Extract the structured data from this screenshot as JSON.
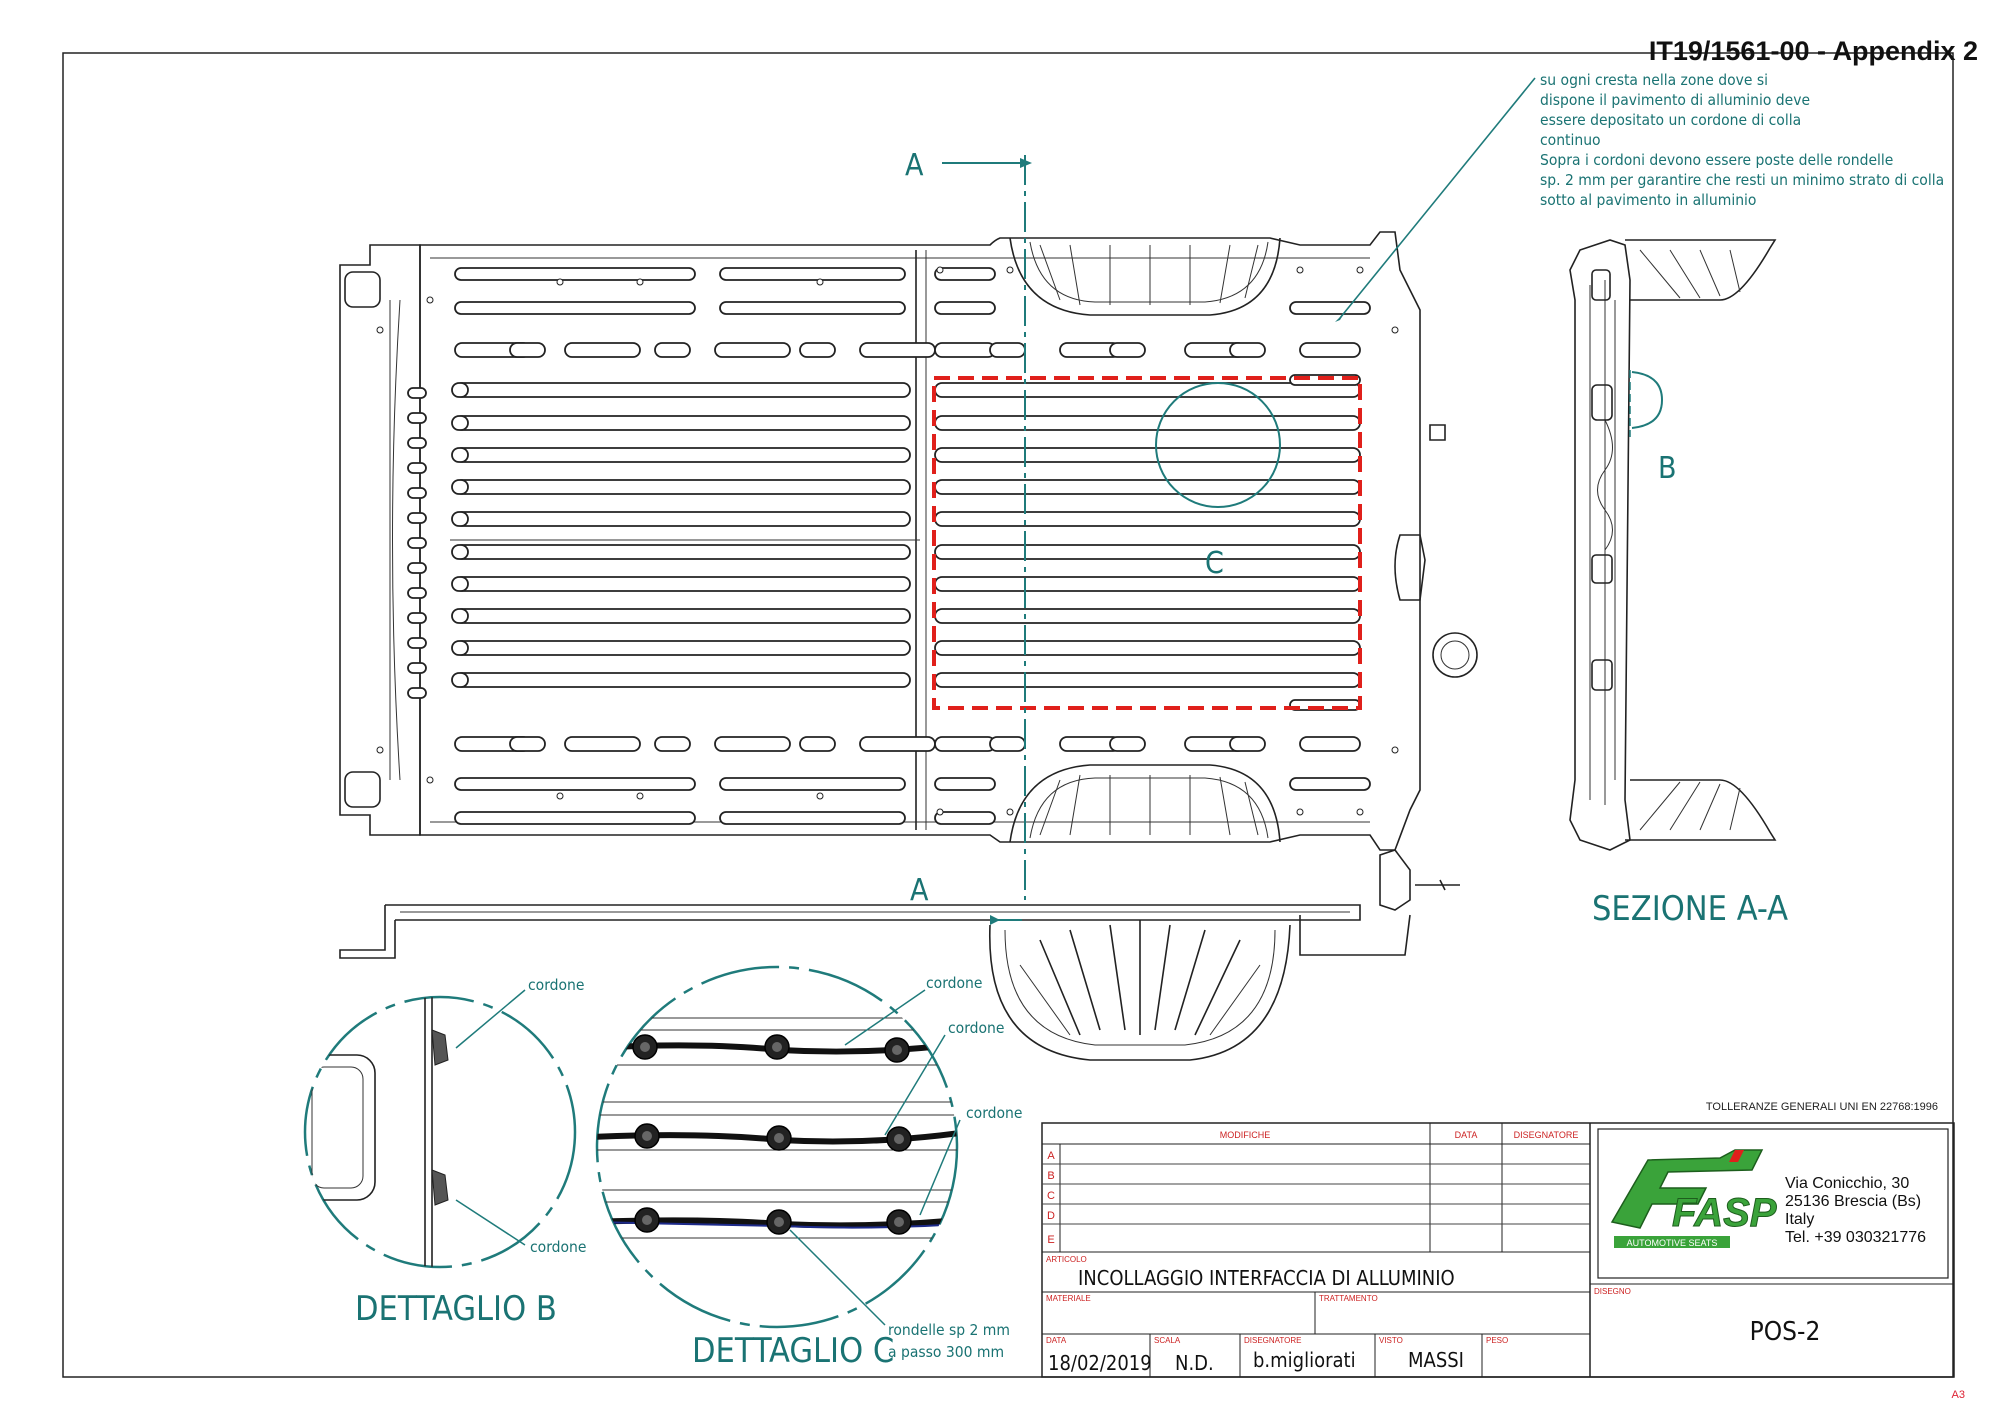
{
  "header": {
    "doc_ref": "IT19/1561-00 - Appendix 2"
  },
  "note": {
    "lines": [
      "su ogni cresta nella zone dove si",
      "dispone il pavimento di alluminio deve",
      "essere depositato un cordone di colla",
      "continuo",
      "Sopra i cordoni devono essere poste delle rondelle",
      "sp. 2 mm per garantire che resti un minimo strato di colla",
      "sotto al pavimento in alluminio"
    ]
  },
  "labels": {
    "section_top": "A",
    "section_bottom": "A",
    "detail_c_marker": "C",
    "detail_b_marker": "B",
    "section_title": "SEZIONE A-A",
    "detail_b_title": "DETTAGLIO B",
    "detail_c_title": "DETTAGLIO C",
    "cordone": "cordone",
    "rondelle_line1": "rondelle sp 2 mm",
    "rondelle_line2": "a passo 300  mm"
  },
  "title_block": {
    "tolerance_note": "TOLLERANZE GENERALI UNI EN 22768:1996",
    "modifiche_header": "MODIFICHE",
    "data_header": "DATA",
    "designatore_header": "DISEGNATORE",
    "revisions": [
      "A",
      "B",
      "C",
      "D",
      "E"
    ],
    "articolo_label": "ARTICOLO",
    "articolo_value": "INCOLLAGGIO INTERFACCIA DI ALLUMINIO",
    "materiale_label": "MATERIALE",
    "trattamento_label": "TRATTAMENTO",
    "data_label": "DATA",
    "data_value": "18/02/2019",
    "scala_label": "SCALA",
    "scala_value": "N.D.",
    "disegnatore_label": "DISEGNATORE",
    "disegnatore_value": "b.migliorati",
    "visto_label": "VISTO",
    "visto_value": "MASSI",
    "peso_label": "PESO",
    "disegno_label": "DISEGNO",
    "disegno_value": "POS-2",
    "company": {
      "logo_text": "FASP",
      "logo_subtitle": "AUTOMOTIVE SEATS",
      "address_1": "Via Conicchio, 30",
      "address_2": "25136 Brescia (Bs)",
      "address_3": "Italy",
      "phone": "Tel. +39 030321776"
    },
    "sheet_size": "A3"
  },
  "colors": {
    "teal": "#1a7373",
    "highlight_red": "#e0201b",
    "logo_green": "#3aa33a"
  }
}
